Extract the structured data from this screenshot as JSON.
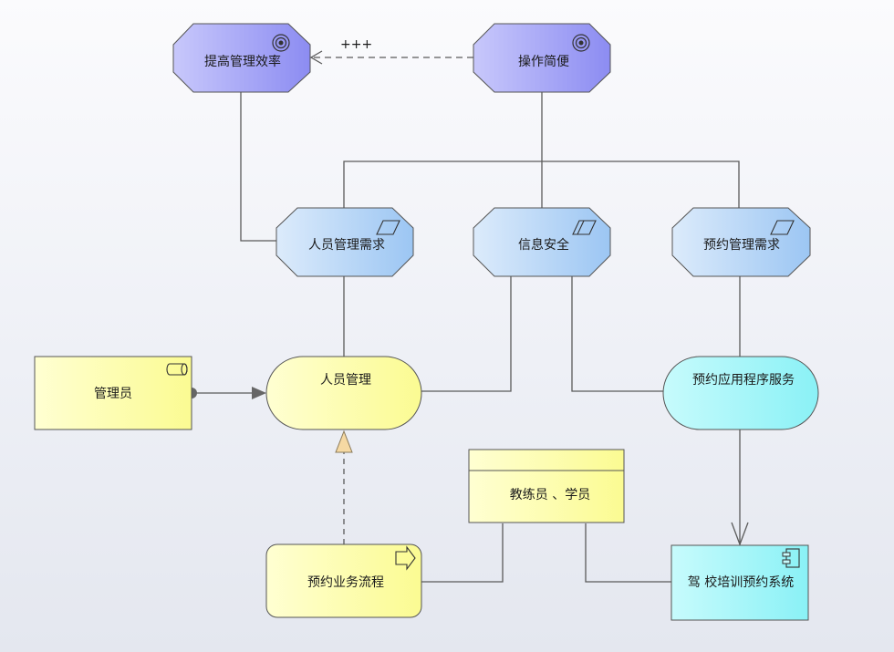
{
  "diagram": {
    "nodes": {
      "goal_efficiency": {
        "label": "提高管理效率",
        "kind": "goal"
      },
      "goal_easy": {
        "label": "操作简便",
        "kind": "goal"
      },
      "req_personnel": {
        "label": "人员管理需求",
        "kind": "requirement"
      },
      "req_security": {
        "label": "信息安全",
        "kind": "requirement"
      },
      "req_booking": {
        "label": "预约管理需求",
        "kind": "requirement"
      },
      "actor_admin": {
        "label": "管理员",
        "kind": "business-actor"
      },
      "service_personnel": {
        "label": "人员管理",
        "kind": "business-service"
      },
      "service_app": {
        "label": "预约应用程序服务",
        "kind": "application-service"
      },
      "object_roles": {
        "label": "教练员 、学员",
        "kind": "business-object"
      },
      "process_booking": {
        "label": "预约业务流程",
        "kind": "business-process"
      },
      "component_system": {
        "label": "驾 校培训预约系统",
        "kind": "application-component"
      }
    },
    "influence_label": "+++"
  },
  "colors": {
    "goal": "#a9a9f8",
    "requirement": "#b8d6f6",
    "business": "#fcfca6",
    "application": "#9ff4f8",
    "line": "#5a5a5a"
  }
}
